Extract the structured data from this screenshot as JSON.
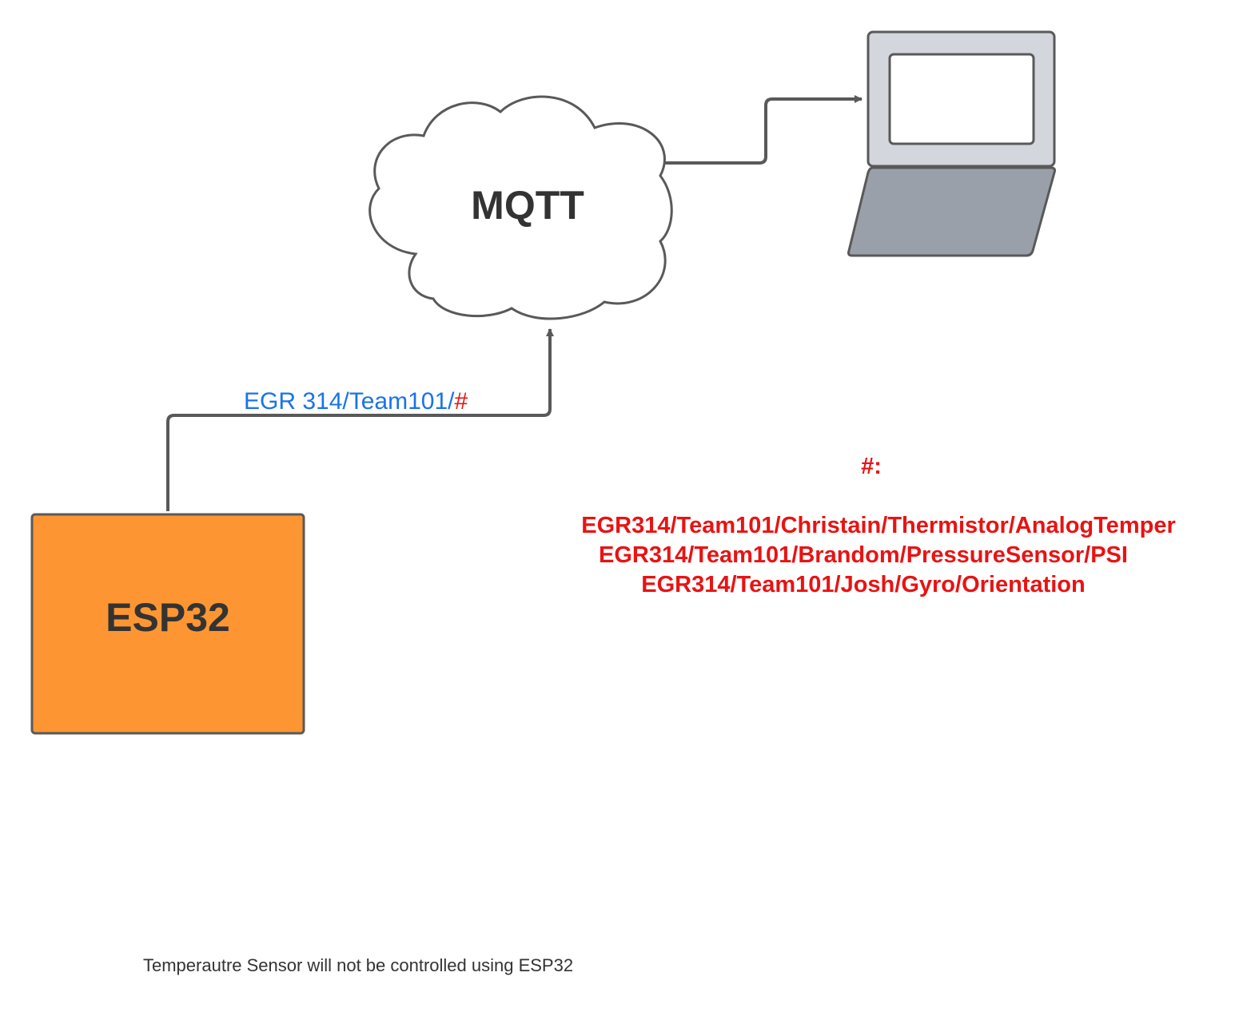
{
  "nodes": {
    "broker": {
      "label": "MQTT"
    },
    "device": {
      "label": "ESP32"
    },
    "client": {
      "label": ""
    }
  },
  "edges": {
    "device_to_broker": {
      "topic_prefix": "EGR 314/Team101/",
      "topic_wildcard": "#"
    },
    "broker_to_client": {
      "label": ""
    }
  },
  "wildcard_legend": {
    "title": "#:",
    "topics": [
      "EGR314/Team101/Christain/Thermistor/AnalogTemper",
      "EGR314/Team101/Brandom/PressureSensor/PSI",
      "EGR314/Team101/Josh/Gyro/Orientation"
    ]
  },
  "footnote": "Temperautre Sensor will not be controlled using ESP32",
  "colors": {
    "esp32_fill": "#fd9632",
    "stroke": "#595959",
    "laptop_screen_frame": "#d3d6dc",
    "laptop_base": "#9aa0a9",
    "topic_blue": "#1a73e8",
    "highlight_red": "#e81313",
    "text_dark": "#333333"
  }
}
